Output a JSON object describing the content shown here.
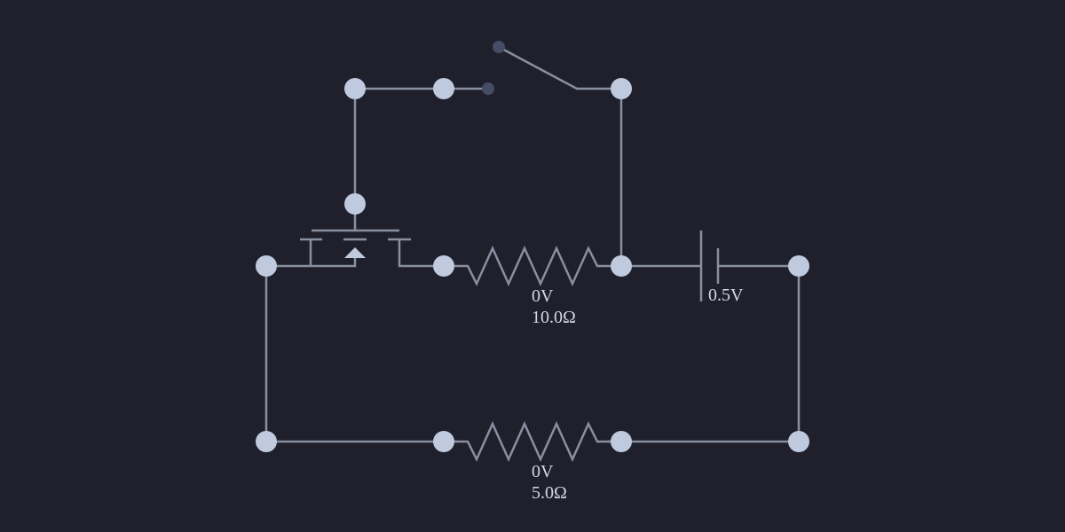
{
  "colors": {
    "background": "#1f202b",
    "wire": "#8a8fa0",
    "node": "#c0cadf",
    "switch_terminal": "#474c66"
  },
  "components": {
    "resistor_top": {
      "voltage": "0V",
      "resistance": "10.0Ω"
    },
    "resistor_bottom": {
      "voltage": "0V",
      "resistance": "5.0Ω"
    },
    "battery": {
      "voltage": "0.5V"
    },
    "switch": {
      "state": "open"
    },
    "transistor": {
      "type": "mosfet"
    }
  }
}
